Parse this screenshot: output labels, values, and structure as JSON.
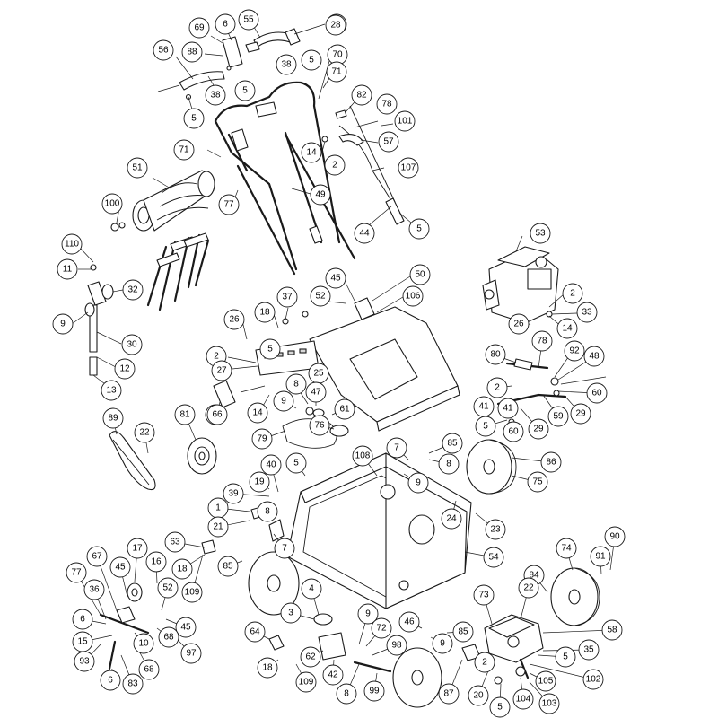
{
  "diagram": {
    "type": "exploded-parts-diagram",
    "callouts": [
      {
        "label": "69"
      },
      {
        "label": "6"
      },
      {
        "label": "55"
      },
      {
        "label": "28"
      },
      {
        "label": "56"
      },
      {
        "label": "88"
      },
      {
        "label": "38"
      },
      {
        "label": "5"
      },
      {
        "label": "70"
      },
      {
        "label": "28"
      },
      {
        "label": "38"
      },
      {
        "label": "5"
      },
      {
        "label": "5"
      },
      {
        "label": "71"
      },
      {
        "label": "82"
      },
      {
        "label": "78"
      },
      {
        "label": "101"
      },
      {
        "label": "57"
      },
      {
        "label": "14"
      },
      {
        "label": "2"
      },
      {
        "label": "71"
      },
      {
        "label": "107"
      },
      {
        "label": "51"
      },
      {
        "label": "49"
      },
      {
        "label": "77"
      },
      {
        "label": "100"
      },
      {
        "label": "44"
      },
      {
        "label": "5"
      },
      {
        "label": "53"
      },
      {
        "label": "110"
      },
      {
        "label": "11"
      },
      {
        "label": "32"
      },
      {
        "label": "45"
      },
      {
        "label": "50"
      },
      {
        "label": "37"
      },
      {
        "label": "52"
      },
      {
        "label": "106"
      },
      {
        "label": "2"
      },
      {
        "label": "33"
      },
      {
        "label": "9"
      },
      {
        "label": "30"
      },
      {
        "label": "18"
      },
      {
        "label": "26"
      },
      {
        "label": "26"
      },
      {
        "label": "14"
      },
      {
        "label": "12"
      },
      {
        "label": "5"
      },
      {
        "label": "2"
      },
      {
        "label": "78"
      },
      {
        "label": "13"
      },
      {
        "label": "27"
      },
      {
        "label": "80"
      },
      {
        "label": "92"
      },
      {
        "label": "48"
      },
      {
        "label": "25"
      },
      {
        "label": "2"
      },
      {
        "label": "8"
      },
      {
        "label": "41"
      },
      {
        "label": "47"
      },
      {
        "label": "60"
      },
      {
        "label": "2"
      },
      {
        "label": "66"
      },
      {
        "label": "9"
      },
      {
        "label": "61"
      },
      {
        "label": "41"
      },
      {
        "label": "14"
      },
      {
        "label": "76"
      },
      {
        "label": "89"
      },
      {
        "label": "81"
      },
      {
        "label": "59"
      },
      {
        "label": "29"
      },
      {
        "label": "5"
      },
      {
        "label": "22"
      },
      {
        "label": "29"
      },
      {
        "label": "79"
      },
      {
        "label": "60"
      },
      {
        "label": "7"
      },
      {
        "label": "85"
      },
      {
        "label": "86"
      },
      {
        "label": "108"
      },
      {
        "label": "8"
      },
      {
        "label": "40"
      },
      {
        "label": "5"
      },
      {
        "label": "75"
      },
      {
        "label": "9"
      },
      {
        "label": "19"
      },
      {
        "label": "39"
      },
      {
        "label": "1"
      },
      {
        "label": "8"
      },
      {
        "label": "24"
      },
      {
        "label": "23"
      },
      {
        "label": "21"
      },
      {
        "label": "90"
      },
      {
        "label": "17"
      },
      {
        "label": "63"
      },
      {
        "label": "74"
      },
      {
        "label": "67"
      },
      {
        "label": "16"
      },
      {
        "label": "7"
      },
      {
        "label": "91"
      },
      {
        "label": "54"
      },
      {
        "label": "45"
      },
      {
        "label": "18"
      },
      {
        "label": "85"
      },
      {
        "label": "77"
      },
      {
        "label": "109"
      },
      {
        "label": "84"
      },
      {
        "label": "36"
      },
      {
        "label": "52"
      },
      {
        "label": "22"
      },
      {
        "label": "73"
      },
      {
        "label": "4"
      },
      {
        "label": "6"
      },
      {
        "label": "45"
      },
      {
        "label": "3"
      },
      {
        "label": "9"
      },
      {
        "label": "15"
      },
      {
        "label": "10"
      },
      {
        "label": "68"
      },
      {
        "label": "97"
      },
      {
        "label": "64"
      },
      {
        "label": "46"
      },
      {
        "label": "85"
      },
      {
        "label": "58"
      },
      {
        "label": "72"
      },
      {
        "label": "9"
      },
      {
        "label": "98"
      },
      {
        "label": "93"
      },
      {
        "label": "68"
      },
      {
        "label": "62"
      },
      {
        "label": "35"
      },
      {
        "label": "18"
      },
      {
        "label": "42"
      },
      {
        "label": "2"
      },
      {
        "label": "5"
      },
      {
        "label": "102"
      },
      {
        "label": "6"
      },
      {
        "label": "83"
      },
      {
        "label": "109"
      },
      {
        "label": "8"
      },
      {
        "label": "99"
      },
      {
        "label": "87"
      },
      {
        "label": "20"
      },
      {
        "label": "104"
      },
      {
        "label": "105"
      },
      {
        "label": "103"
      },
      {
        "label": "5"
      }
    ]
  }
}
